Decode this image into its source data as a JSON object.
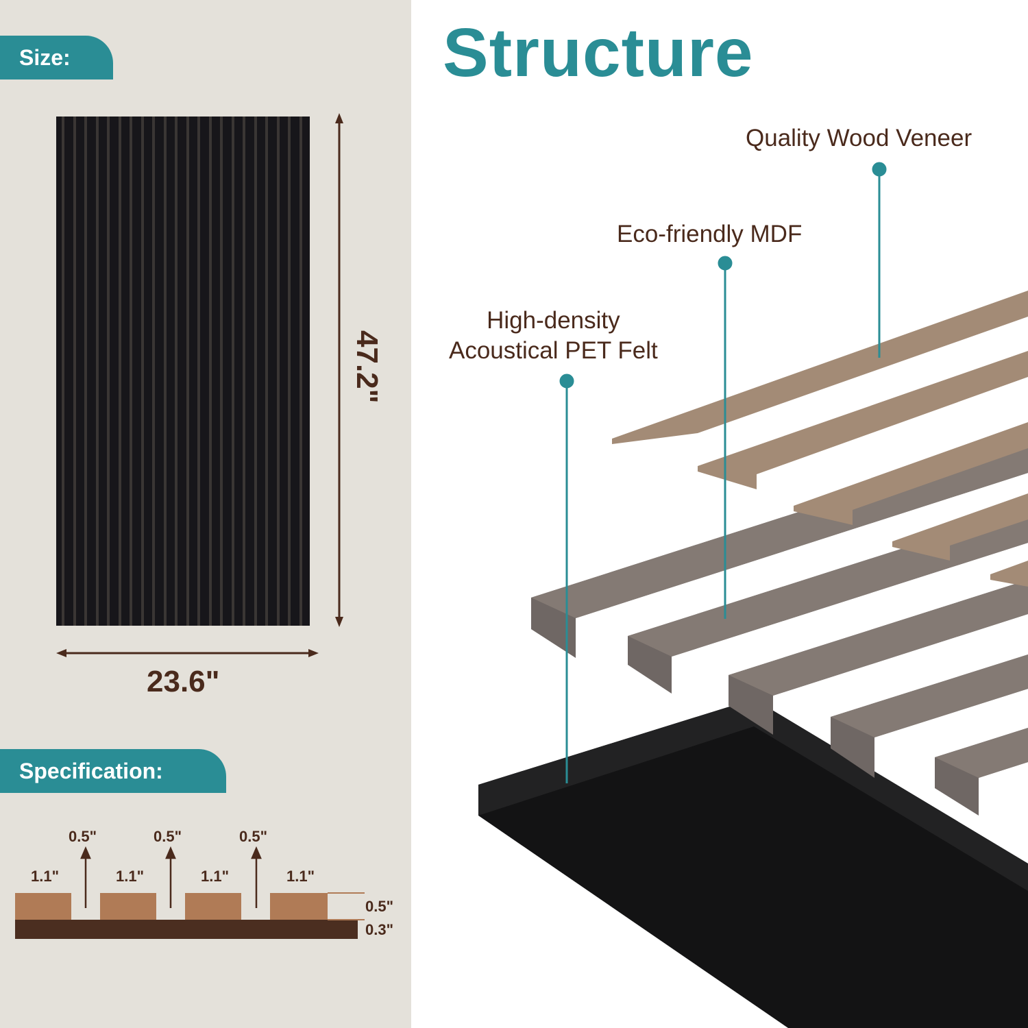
{
  "title": "Structure",
  "size_section": {
    "tab_label": "Size:",
    "width": "23.6\"",
    "height": "47.2\""
  },
  "spec_section": {
    "tab_label": "Specification:",
    "slat_width_labels": [
      "1.1\"",
      "1.1\"",
      "1.1\"",
      "1.1\""
    ],
    "gap_labels": [
      "0.5\"",
      "0.5\"",
      "0.5\""
    ],
    "slat_thickness": "0.5\"",
    "base_thickness": "0.3\""
  },
  "callouts": {
    "veneer": "Quality Wood Veneer",
    "mdf": "Eco-friendly MDF",
    "felt_line1": "High-density",
    "felt_line2": "Acoustical PET Felt"
  },
  "colors": {
    "accent": "#2a8d95",
    "text_brown": "#4a2a1c",
    "veneer": "#a38b76",
    "mdf": "#7e7570",
    "felt": "#1b1b1c",
    "left_bg": "#e4e1da"
  }
}
